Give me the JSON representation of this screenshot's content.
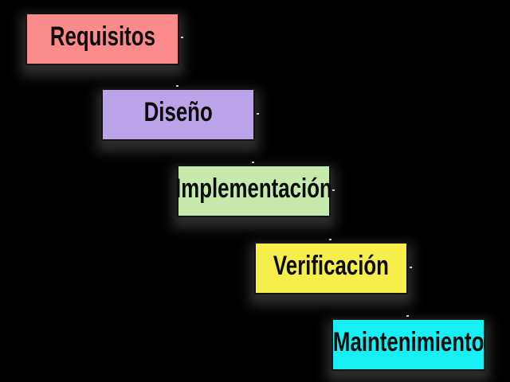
{
  "background_color": "#000000",
  "diagram": {
    "type": "staircase-flow",
    "text_color": "#0c0c0c",
    "border_color": "#141414",
    "steps": [
      {
        "label": "Requisitos",
        "fill": "#FB8B8B"
      },
      {
        "label": "Diseño",
        "fill": "#BAA3E8"
      },
      {
        "label": "Implementación",
        "fill": "#C8E9AC"
      },
      {
        "label": "Verificación",
        "fill": "#F7ED4B"
      },
      {
        "label": "Maintenimiento",
        "fill": "#16EFF3"
      }
    ]
  }
}
